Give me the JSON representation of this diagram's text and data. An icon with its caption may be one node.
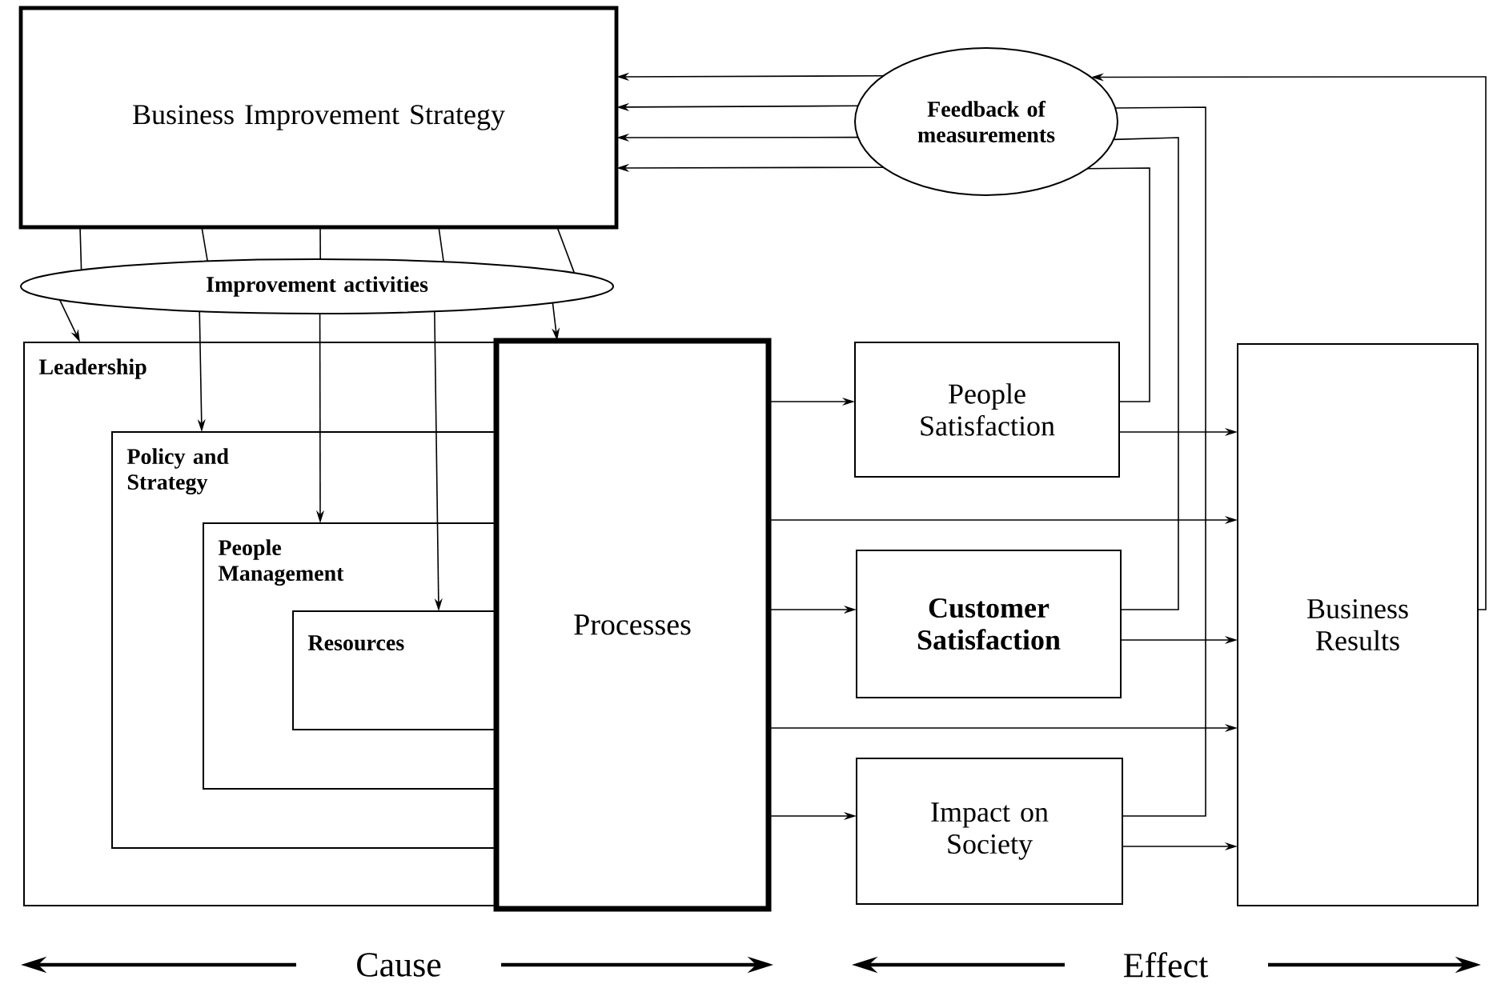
{
  "diagram": {
    "nodes": [
      {
        "text": [
          "Business Improvement Strategy"
        ]
      },
      {
        "text": [
          "Feedback of measurements"
        ]
      },
      {
        "text": [
          "Improvement activities"
        ]
      },
      {
        "text": [
          "Leadership"
        ]
      },
      {
        "text": [
          "Policy and Strategy"
        ],
        "in": 3
      },
      {
        "text": [
          "People Management"
        ],
        "in": 4
      },
      {
        "text": [
          "Resources"
        ],
        "in": 5
      },
      {
        "text": [
          "Processes"
        ]
      },
      {
        "text": [
          "People Satisfaction"
        ]
      },
      {
        "text": [
          "Customer Satisfaction"
        ]
      },
      {
        "text": [
          "Impact on Society"
        ]
      },
      {
        "text": [
          "Business Results"
        ]
      }
    ],
    "edges": [
      {
        "from": 0,
        "to": 2,
        "arrow": "none"
      },
      {
        "from": 0,
        "to": 2,
        "arrow": "none"
      },
      {
        "from": 0,
        "to": 2,
        "arrow": "none"
      },
      {
        "from": 0,
        "to": 2,
        "arrow": "none"
      },
      {
        "from": 0,
        "to": 2,
        "arrow": "none"
      },
      {
        "from": 2,
        "to": 3,
        "arrow": "to"
      },
      {
        "from": 2,
        "to": 4,
        "arrow": "to"
      },
      {
        "from": 2,
        "to": 5,
        "arrow": "to"
      },
      {
        "from": 2,
        "to": 6,
        "arrow": "to"
      },
      {
        "from": 2,
        "to": 7,
        "arrow": "to"
      },
      {
        "from": 7,
        "to": 8,
        "arrow": "to"
      },
      {
        "from": 7,
        "to": 11,
        "arrow": "to"
      },
      {
        "from": 7,
        "to": 9,
        "arrow": "to"
      },
      {
        "from": 7,
        "to": 11,
        "arrow": "to"
      },
      {
        "from": 7,
        "to": 10,
        "arrow": "to"
      },
      {
        "from": 8,
        "to": 11,
        "arrow": "to"
      },
      {
        "from": 9,
        "to": 11,
        "arrow": "to"
      },
      {
        "from": 10,
        "to": 11,
        "arrow": "to"
      },
      {
        "from": 8,
        "to": 1,
        "arrow": "none"
      },
      {
        "from": 9,
        "to": 1,
        "arrow": "none"
      },
      {
        "from": 10,
        "to": 1,
        "arrow": "none"
      },
      {
        "from": 11,
        "to": 1,
        "arrow": "to"
      },
      {
        "from": 1,
        "to": 0,
        "arrow": "to"
      },
      {
        "from": 1,
        "to": 0,
        "arrow": "to"
      },
      {
        "from": 1,
        "to": 0,
        "arrow": "to"
      },
      {
        "from": 1,
        "to": 0,
        "arrow": "to"
      }
    ],
    "labels": [
      "Cause",
      "Effect"
    ]
  }
}
